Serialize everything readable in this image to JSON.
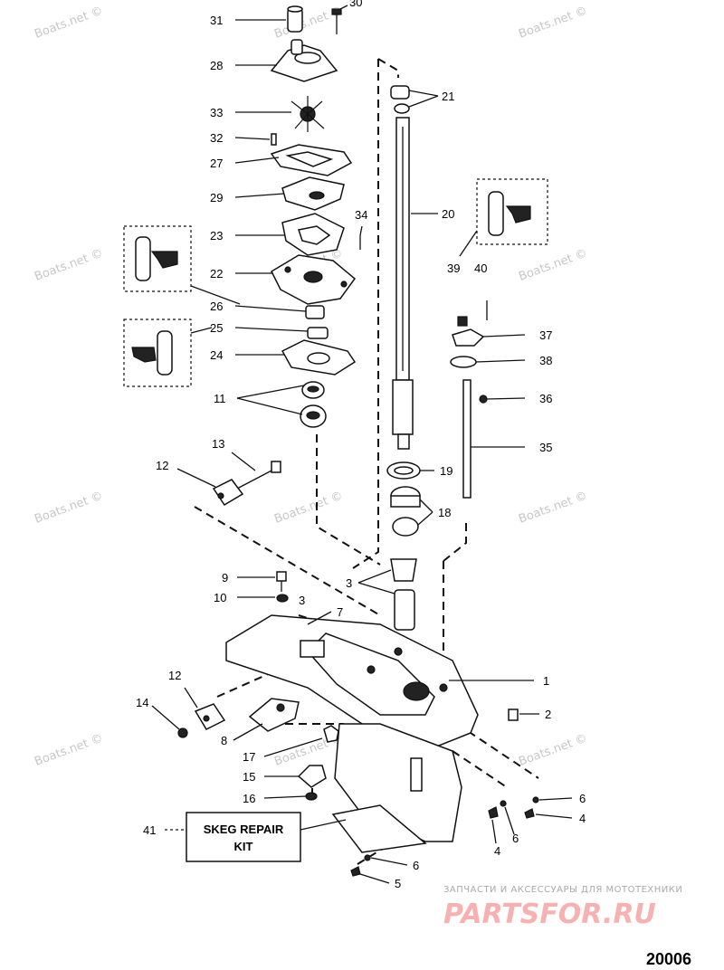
{
  "figure_number": "20006",
  "watermark_text": "Boats.net ©",
  "site_tagline": "ЗАПЧАСТИ И АКСЕССУАРЫ ДЛЯ МОТОТЕХНИКИ",
  "site_logo": "PARTSFOR.RU",
  "kit_box": {
    "line1": "SKEG REPAIR",
    "line2": "KIT",
    "callout": "41"
  },
  "callouts": {
    "c31": "31",
    "c30": "30",
    "c28": "28",
    "c21": "21",
    "c33": "33",
    "c32": "32",
    "c27": "27",
    "c29": "29",
    "c20": "20",
    "c34": "34",
    "c23": "23",
    "c22": "22",
    "c39": "39",
    "c40": "40",
    "c26": "26",
    "c25": "25",
    "c37": "37",
    "c24": "24",
    "c38": "38",
    "c11": "11",
    "c36": "36",
    "c13": "13",
    "c35": "35",
    "c12a": "12",
    "c19": "19",
    "c18": "18",
    "c3a": "3",
    "c9": "9",
    "c10": "10",
    "c3b": "3",
    "c7": "7",
    "c1": "1",
    "c12b": "12",
    "c14": "14",
    "c2": "2",
    "c8": "8",
    "c17": "17",
    "c15": "15",
    "c6a": "6",
    "c16": "16",
    "c4a": "4",
    "c6b": "6",
    "c4b": "4",
    "c6c": "6",
    "c5": "5"
  },
  "colors": {
    "line": "#111111",
    "watermark": "#c7c7c7",
    "logo": "#f7b1b1"
  }
}
